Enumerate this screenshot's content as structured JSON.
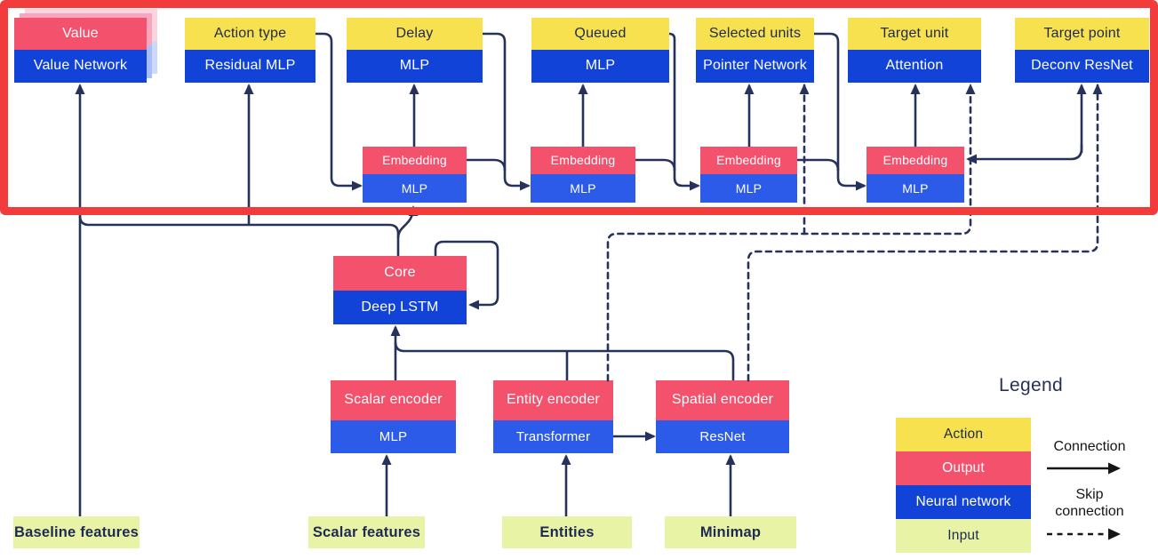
{
  "palette": {
    "action_yellow": "#F7E14E",
    "output_pink": "#F4516C",
    "net_dark": "#1243D8",
    "net_light": "#2B5BE8",
    "input_green": "#E9F3A6",
    "line_navy": "#26325B",
    "border_red": "#F23B3B",
    "ink_navy": "#1E2A52",
    "legend_ink": "#161616",
    "ghost_pink_1": "#F7A6BD",
    "ghost_blue_1": "#A9BEF6",
    "ghost_pink_2": "#FBD4DF",
    "ghost_blue_2": "#CCD9FB"
  },
  "heads": [
    {
      "action": "Value",
      "network": "Value Network"
    },
    {
      "action": "Action type",
      "network": "Residual MLP"
    },
    {
      "action": "Delay",
      "network": "MLP"
    },
    {
      "action": "Queued",
      "network": "MLP"
    },
    {
      "action": "Selected units",
      "network": "Pointer Network"
    },
    {
      "action": "Target unit",
      "network": "Attention"
    },
    {
      "action": "Target point",
      "network": "Deconv ResNet"
    }
  ],
  "embeddings": [
    {
      "top": "Embedding",
      "bottom": "MLP"
    },
    {
      "top": "Embedding",
      "bottom": "MLP"
    },
    {
      "top": "Embedding",
      "bottom": "MLP"
    },
    {
      "top": "Embedding",
      "bottom": "MLP"
    }
  ],
  "core": {
    "top": "Core",
    "bottom": "Deep LSTM"
  },
  "encoders": [
    {
      "top": "Scalar encoder",
      "bottom": "MLP"
    },
    {
      "top": "Entity encoder",
      "bottom": "Transformer"
    },
    {
      "top": "Spatial encoder",
      "bottom": "ResNet"
    }
  ],
  "inputs": [
    {
      "label": "Baseline features"
    },
    {
      "label": "Scalar features"
    },
    {
      "label": "Entities"
    },
    {
      "label": "Minimap"
    }
  ],
  "legend": {
    "title": "Legend",
    "items": [
      {
        "label": "Action"
      },
      {
        "label": "Output"
      },
      {
        "label": "Neural network"
      },
      {
        "label": "Input"
      }
    ],
    "connection_label": "Connection",
    "skip_connection_label": "Skip connection"
  }
}
